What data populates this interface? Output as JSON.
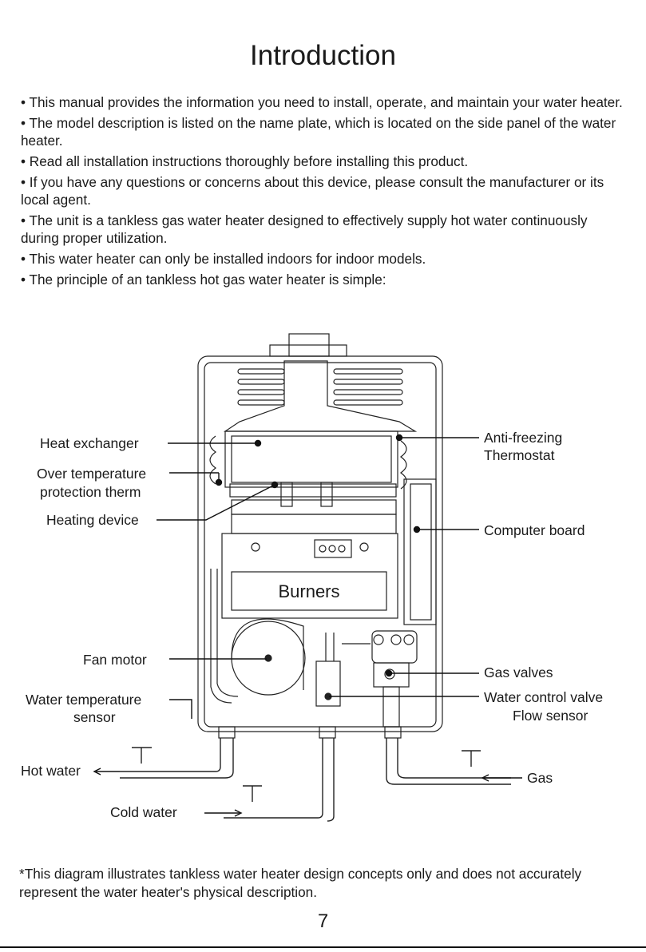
{
  "page": {
    "title": "Introduction",
    "bullets": [
      "• This manual provides the information you need to install, operate, and maintain your water heater.",
      "• The model description is listed on the name plate, which is located on the side panel of the water heater.",
      "• Read all installation instructions thoroughly before installing this product.",
      "• If you have any questions or concerns about this device, please consult the manufacturer or its local agent.",
      "• The unit is a tankless gas water heater designed to effectively supply hot water continuously during proper utilization.",
      "• This water heater can only be installed indoors for indoor models.",
      "• The principle of an tankless hot gas water heater is simple:"
    ],
    "footnote": "*This diagram illustrates tankless water heater design concepts only and does not accurately represent the water heater's physical description.",
    "page_number": "7"
  },
  "diagram": {
    "left_labels": {
      "heat_exchanger": "Heat exchanger",
      "over_temp_1": "Over temperature",
      "over_temp_2": "protection therm",
      "heating_device": "Heating device",
      "fan_motor": "Fan motor",
      "water_temp_1": "Water temperature",
      "water_temp_2": "sensor",
      "hot_water": "Hot water",
      "cold_water": "Cold  water"
    },
    "right_labels": {
      "anti_freezing_1": "Anti-freezing",
      "anti_freezing_2": "Thermostat",
      "computer_board": "Computer  board",
      "gas_valves": "Gas  valves",
      "water_control_valve": "Water control valve",
      "flow_sensor": "Flow sensor",
      "gas": "Gas"
    },
    "center_labels": {
      "burners": "Burners"
    }
  }
}
